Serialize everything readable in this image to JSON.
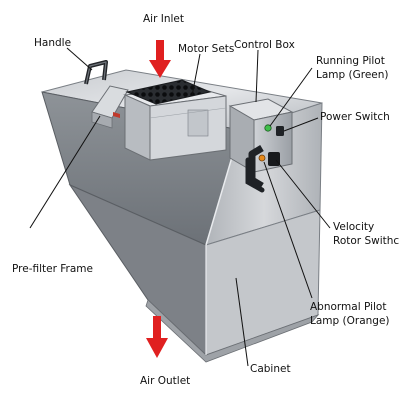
{
  "labels": {
    "air_inlet": "Air Inlet",
    "handle": "Handle",
    "motor_sets": "Motor Sets",
    "control_box": "Control Box",
    "running_pilot_lamp_line1": "Running Pilot",
    "running_pilot_lamp_line2": "Lamp (Green)",
    "power_switch": "Power Switch",
    "velocity_rotor_line1": "Velocity",
    "velocity_rotor_line2": "Rotor Swithch",
    "prefilter_frame": "Pre-filter Frame",
    "abnormal_pilot_line1": "Abnormal Pilot",
    "abnormal_pilot_line2": "Lamp (Orange)",
    "cabinet": "Cabinet",
    "air_outlet": "Air Outlet"
  },
  "colors": {
    "arrow": "#e02020",
    "leader": "#111111"
  }
}
